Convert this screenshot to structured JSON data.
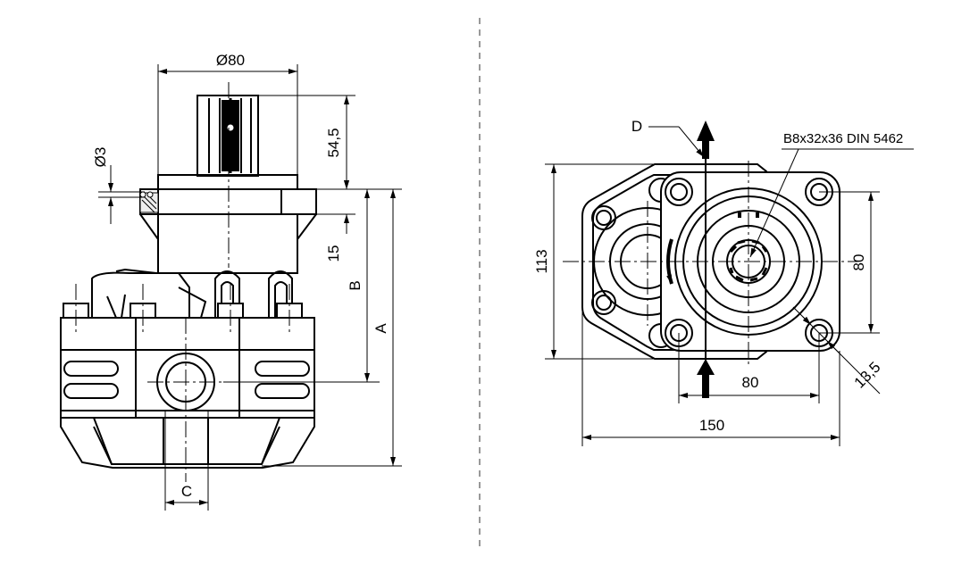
{
  "side_view": {
    "diameter_80": "Ø80",
    "diameter_3": "Ø3",
    "dim_54_5": "54,5",
    "dim_15": "15",
    "dim_b": "B",
    "dim_a": "A",
    "dim_c": "C"
  },
  "front_view": {
    "label_d": "D",
    "spline_spec": "B8x32x36 DIN 5462",
    "dim_113": "113",
    "dim_80_vertical": "80",
    "dim_80_horizontal": "80",
    "dim_150": "150",
    "dim_13_5": "13,5"
  }
}
